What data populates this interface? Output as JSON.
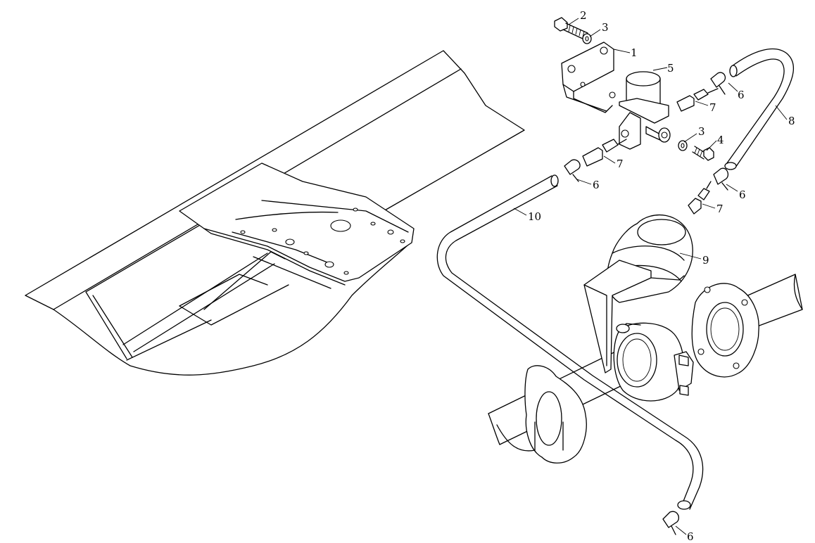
{
  "callouts": [
    {
      "id": "c1",
      "label": "1"
    },
    {
      "id": "c2",
      "label": "2"
    },
    {
      "id": "c3a",
      "label": "3"
    },
    {
      "id": "c3b",
      "label": "3"
    },
    {
      "id": "c4",
      "label": "4"
    },
    {
      "id": "c5",
      "label": "5"
    },
    {
      "id": "c6a",
      "label": "6"
    },
    {
      "id": "c6b",
      "label": "6"
    },
    {
      "id": "c6c",
      "label": "6"
    },
    {
      "id": "c6d",
      "label": "6"
    },
    {
      "id": "c7a",
      "label": "7"
    },
    {
      "id": "c7b",
      "label": "7"
    },
    {
      "id": "c7c",
      "label": "7"
    },
    {
      "id": "c8",
      "label": "8"
    },
    {
      "id": "c9",
      "label": "9"
    },
    {
      "id": "c10",
      "label": "10"
    }
  ]
}
